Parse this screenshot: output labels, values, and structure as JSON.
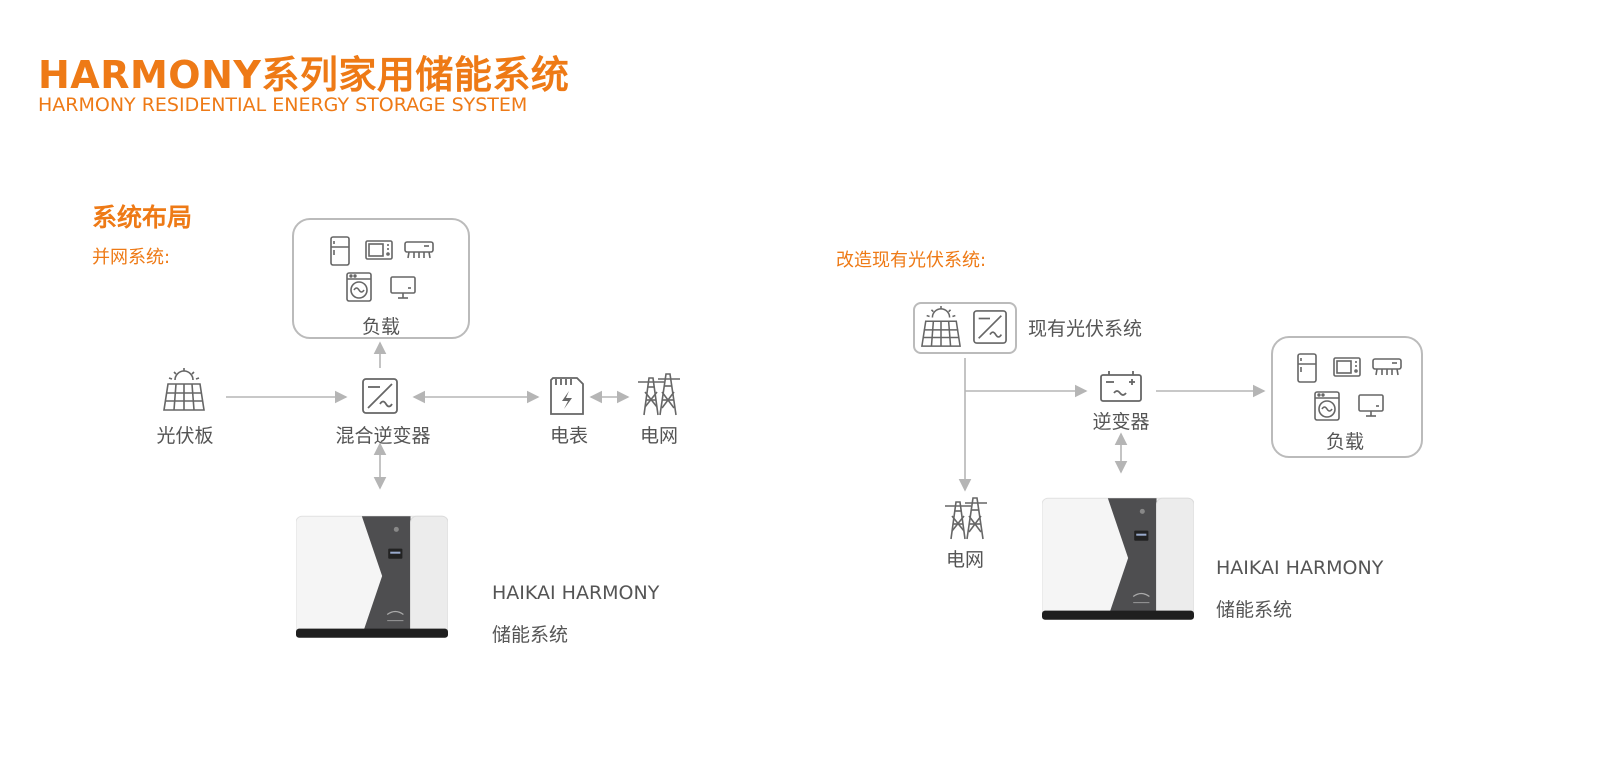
{
  "header": {
    "title": "HARMONY系列家用储能系统",
    "subtitle": "HARMONY RESIDENTIAL ENERGY STORAGE SYSTEM"
  },
  "left": {
    "section_title": "系统布局",
    "section_sub": "并网系统:",
    "labels": {
      "load": "负载",
      "pv_panel": "光伏板",
      "hybrid_inverter": "混合逆变器",
      "meter": "电表",
      "grid": "电网"
    },
    "product": {
      "name": "HAIKAI HARMONY",
      "desc": "储能系统"
    }
  },
  "right": {
    "section_sub": "改造现有光伏系统:",
    "labels": {
      "existing_pv": "现有光伏系统",
      "inverter": "逆变器",
      "load": "负载",
      "grid": "电网"
    },
    "product": {
      "name": "HAIKAI HARMONY",
      "desc": "储能系统"
    }
  },
  "colors": {
    "accent": "#ee7a16",
    "icon": "#666666",
    "line": "#b5b5b5"
  }
}
